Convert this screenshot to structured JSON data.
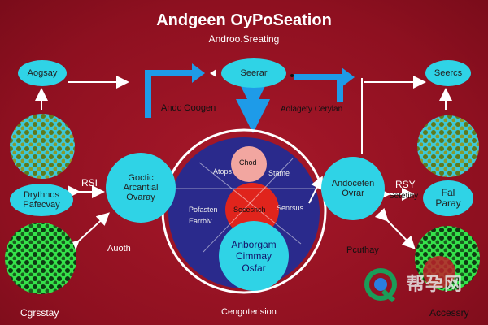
{
  "title": "Andgeen OyPoSeation",
  "subtitle": "Androo.Sreating",
  "nodes": {
    "top_left": "Aogsay",
    "top_center": "Seerar",
    "top_right": "Seercs",
    "left_middle": "Drythnos Pafecvay",
    "center_left": "Goctic Arcantial Ovaray",
    "center_right": "Andoceten Ovrar",
    "right_middle": "Fal Paray",
    "core_top": "Chod",
    "core_center": "Secesnch",
    "core_bottom": "Anborgam Cimmay Osfar"
  },
  "labels": {
    "arrow_mid_left": "Andc Ooogen",
    "arrow_mid_right": "Aolagety Cerylan",
    "rsl_left": "RSI",
    "rsy_right": "RSY",
    "rsy_right_sub": "Setetiny",
    "auoth": "Auoth",
    "pcuthay": "Pcuthay",
    "bottom_left": "Cgrsstay",
    "bottom_center": "Cengoterision",
    "bottom_right": "Accessry",
    "inner_atops": "Atops",
    "inner_stame": "Stame",
    "inner_pofastion": "Pofasten Earrbiv",
    "inner_senrus": "Senrsus"
  },
  "watermark": "帮孕网",
  "colors": {
    "background": "#9d1422",
    "node": "#2fd3e6",
    "arrow_blue": "#1e9be8",
    "core_dark": "#2a2a8c",
    "core_red": "#e0241c",
    "core_pink": "#f2a6a0"
  }
}
